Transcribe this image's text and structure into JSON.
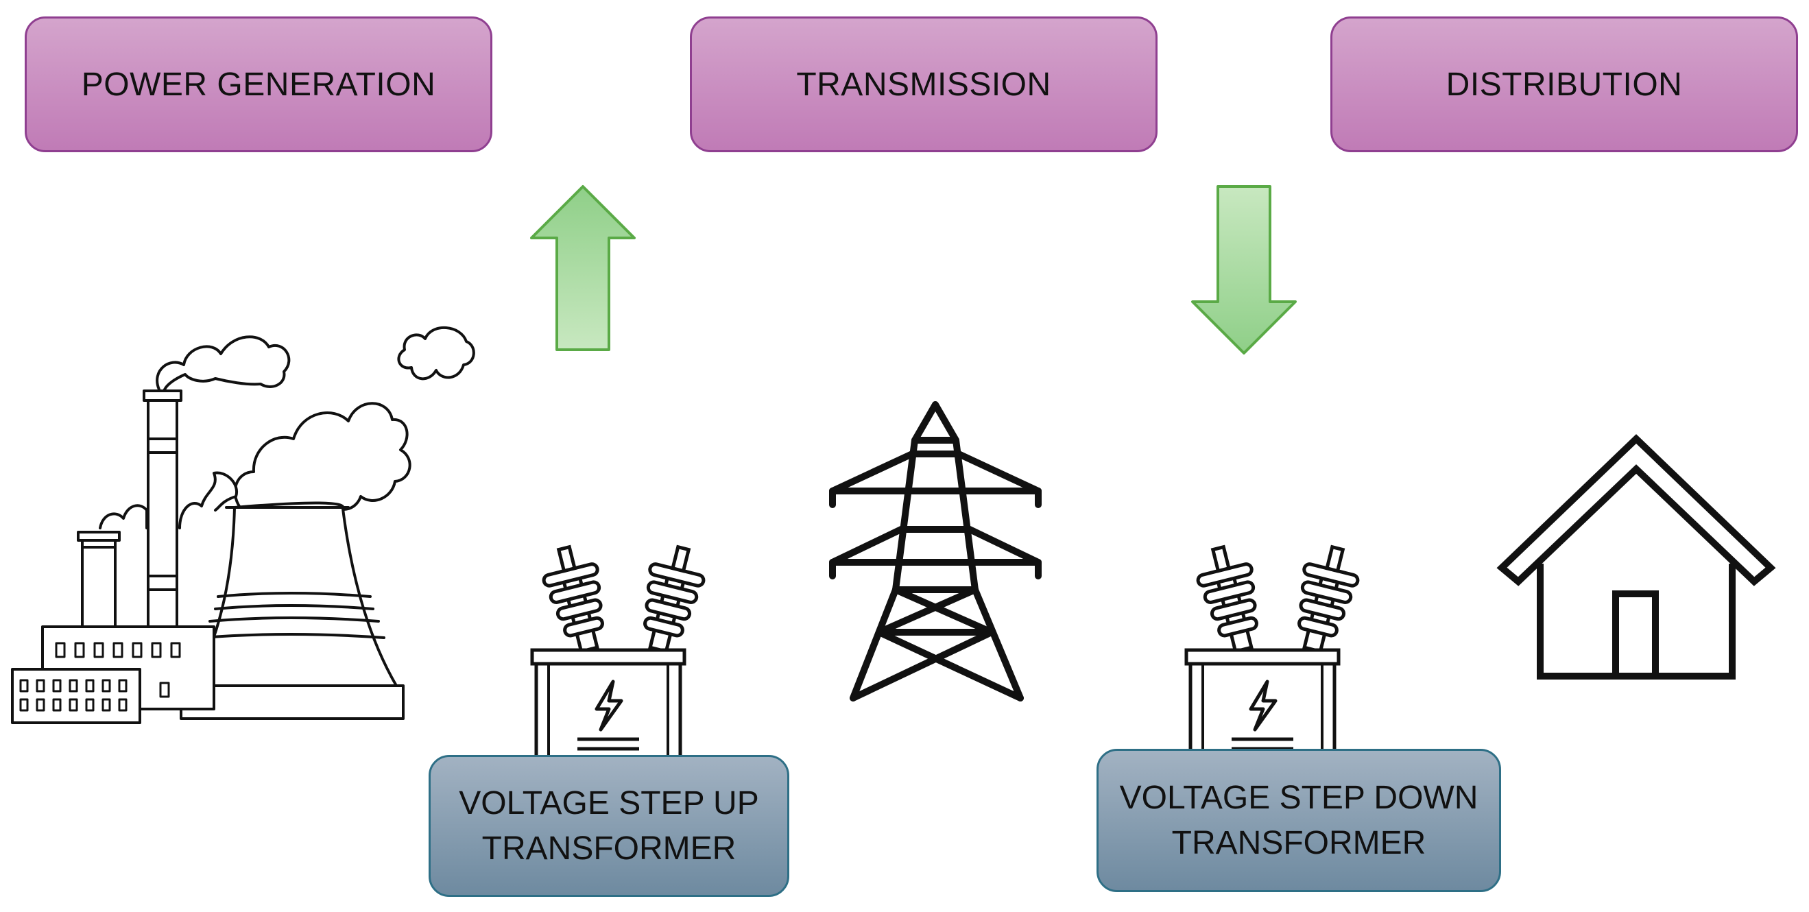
{
  "stages": {
    "generation": "POWER GENERATION",
    "transmission": "TRANSMISSION",
    "distribution": "DISTRIBUTION"
  },
  "transformers": {
    "step_up": {
      "line1": "VOLTAGE STEP UP",
      "line2": "TRANSFORMER"
    },
    "step_down": {
      "line1": "VOLTAGE STEP DOWN",
      "line2": "TRANSFORMER"
    }
  },
  "icons": {
    "plant": "power-plant-icon",
    "up_arrow": "arrow-up-icon",
    "down_arrow": "arrow-down-icon",
    "transformer": "transformer-icon",
    "tower": "transmission-tower-icon",
    "house": "house-icon"
  },
  "colors": {
    "stage_fill": "#c88cc0",
    "stage_border": "#8f3f90",
    "transformer_fill": "#8aa0b2",
    "transformer_border": "#2e6f86",
    "arrow_fill": "#a6d8a0",
    "arrow_border": "#5aaa46"
  }
}
